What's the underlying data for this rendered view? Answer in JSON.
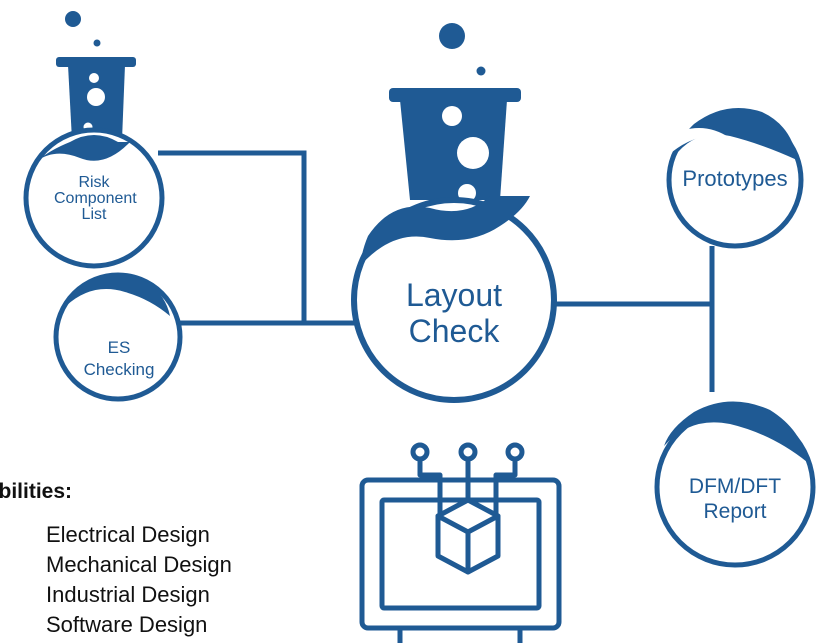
{
  "colors": {
    "primary": "#1f5a94",
    "text_dark": "#111111",
    "background": "#ffffff"
  },
  "nodes": {
    "risk_component_list": {
      "lines": [
        "Risk",
        "Component",
        "List"
      ]
    },
    "es_checking": {
      "lines": [
        "ES",
        "Checking"
      ]
    },
    "layout_check": {
      "lines": [
        "Layout",
        "Check"
      ]
    },
    "prototypes": {
      "lines": [
        "Prototypes"
      ]
    },
    "dfm_dft_report": {
      "lines": [
        "DFM/DFT",
        "Report"
      ]
    }
  },
  "icons": {
    "flask_small": "flask-icon",
    "flask_large": "flask-icon",
    "computer": "monitor-circuit-cube-icon"
  },
  "capabilities": {
    "heading": "pabilities:",
    "items": [
      "Electrical Design",
      "Mechanical Design",
      "Industrial Design",
      "Software Design"
    ]
  }
}
